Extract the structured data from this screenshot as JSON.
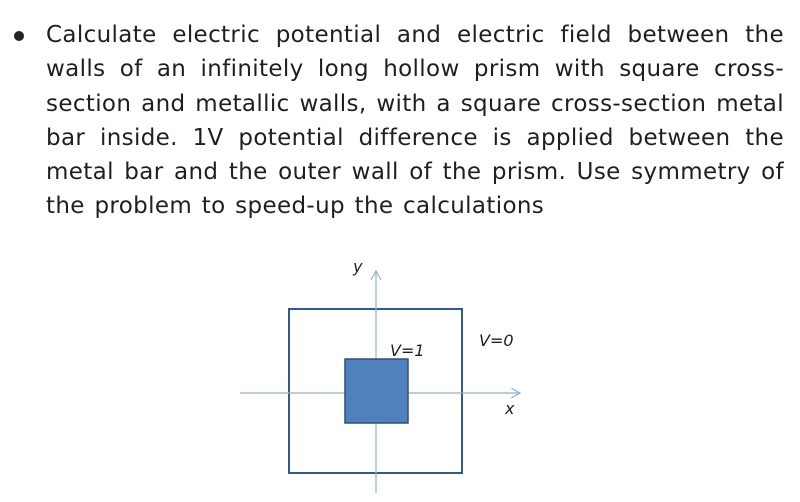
{
  "bullet": {
    "text": "Calculate electric potential and electric field between the walls of an infinitely long hollow prism with square cross-section and metallic walls, with a square cross-section metal bar inside. 1V potential difference is applied between the metal bar and the outer wall of the prism. Use symmetry of the problem to speed-up the calculations"
  },
  "diagram": {
    "y_axis_label": "y",
    "x_axis_label": "x",
    "inner_bar_label": "V=1",
    "outer_wall_label": "V=0",
    "colors": {
      "outer_wall": "#2f5a8a",
      "inner_bar_fill": "#4f81bd",
      "inner_bar_stroke": "#2f4f7a",
      "axes": "#8fb0d8"
    }
  }
}
